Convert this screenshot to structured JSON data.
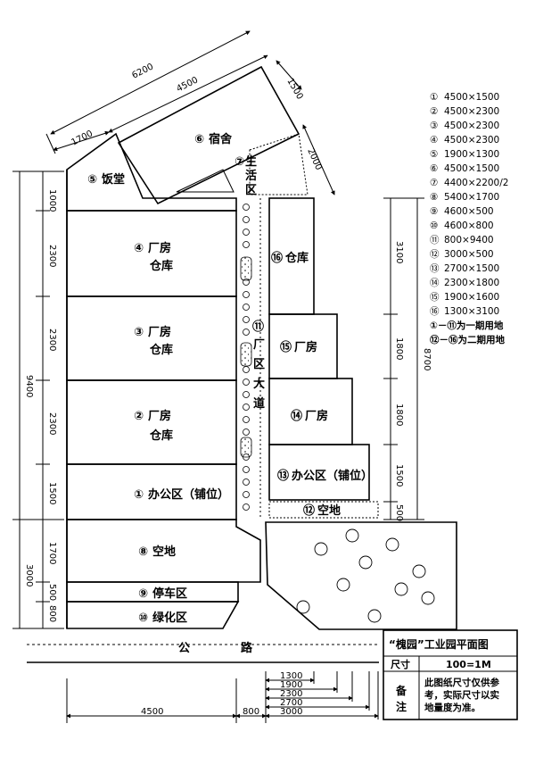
{
  "colors": {
    "ink": "#000000",
    "paper": "#ffffff"
  },
  "buildings": {
    "b1": {
      "no": "①",
      "line1": "办公区（铺位）"
    },
    "b2": {
      "no": "②",
      "line1": "厂房",
      "line2": "仓库"
    },
    "b3": {
      "no": "③",
      "line1": "厂房",
      "line2": "仓库"
    },
    "b4": {
      "no": "④",
      "line1": "厂房",
      "line2": "仓库"
    },
    "b5": {
      "no": "⑤",
      "line1": "饭堂"
    },
    "b6": {
      "no": "⑥",
      "line1": "宿舍"
    },
    "b7": {
      "no": "⑦",
      "chars": [
        "生",
        "活",
        "区"
      ]
    },
    "b8": {
      "no": "⑧",
      "line1": "空地"
    },
    "b9": {
      "no": "⑨",
      "line1": "停车区"
    },
    "b10": {
      "no": "⑩",
      "line1": "绿化区"
    },
    "b11": {
      "no": "⑪",
      "chars": [
        "厂",
        "区",
        "大",
        "道"
      ]
    },
    "b12": {
      "no": "⑫",
      "line1": "空地"
    },
    "b13": {
      "no": "⑬",
      "line1": "办公区（铺位）"
    },
    "b14": {
      "no": "⑭",
      "line1": "厂房"
    },
    "b15": {
      "no": "⑮",
      "line1": "厂房"
    },
    "b16": {
      "no": "⑯",
      "line1": "仓库"
    }
  },
  "road": {
    "chars": [
      "公",
      "路"
    ]
  },
  "dims": {
    "top_total": "6200",
    "top_dorm": "4500",
    "top_left": "1700",
    "dorm_side": "1500",
    "dorm_right": "2000",
    "left_segments": [
      "1000",
      "2300",
      "2300",
      "2300",
      "1500"
    ],
    "left_total": "9400",
    "lower_segments": [
      "1700",
      "500",
      "800"
    ],
    "lower_total": "3000",
    "right_segments": [
      "3100",
      "1800",
      "1800",
      "1500",
      "500"
    ],
    "right_total": "8700",
    "bottom_widths": [
      "1300",
      "1900",
      "2300",
      "2700",
      "3000"
    ],
    "bottom_left": "4500",
    "bottom_mid": "800"
  },
  "legend": [
    {
      "no": "①",
      "size": "4500×1500"
    },
    {
      "no": "②",
      "size": "4500×2300"
    },
    {
      "no": "③",
      "size": "4500×2300"
    },
    {
      "no": "④",
      "size": "4500×2300"
    },
    {
      "no": "⑤",
      "size": "1900×1300"
    },
    {
      "no": "⑥",
      "size": "4500×1500"
    },
    {
      "no": "⑦",
      "size": "4400×2200/2"
    },
    {
      "no": "⑧",
      "size": "5400×1700"
    },
    {
      "no": "⑨",
      "size": "4600×500"
    },
    {
      "no": "⑩",
      "size": "4600×800"
    },
    {
      "no": "⑪",
      "size": "800×9400"
    },
    {
      "no": "⑫",
      "size": "3000×500"
    },
    {
      "no": "⑬",
      "size": "2700×1500"
    },
    {
      "no": "⑭",
      "size": "2300×1800"
    },
    {
      "no": "⑮",
      "size": "1900×1600"
    },
    {
      "no": "⑯",
      "size": "1300×3100"
    }
  ],
  "legend_notes": [
    "①－⑪为一期用地",
    "⑫－⑯为二期用地"
  ],
  "title_block": {
    "title": "“槐园”工业园平面图",
    "scale_label": "尺寸",
    "scale_value": "100=1M",
    "note_label_chars": [
      "备",
      "注"
    ],
    "note_lines": [
      "此图纸尺寸仅供参",
      "考，实际尺寸以实",
      "地量度为准。"
    ]
  }
}
